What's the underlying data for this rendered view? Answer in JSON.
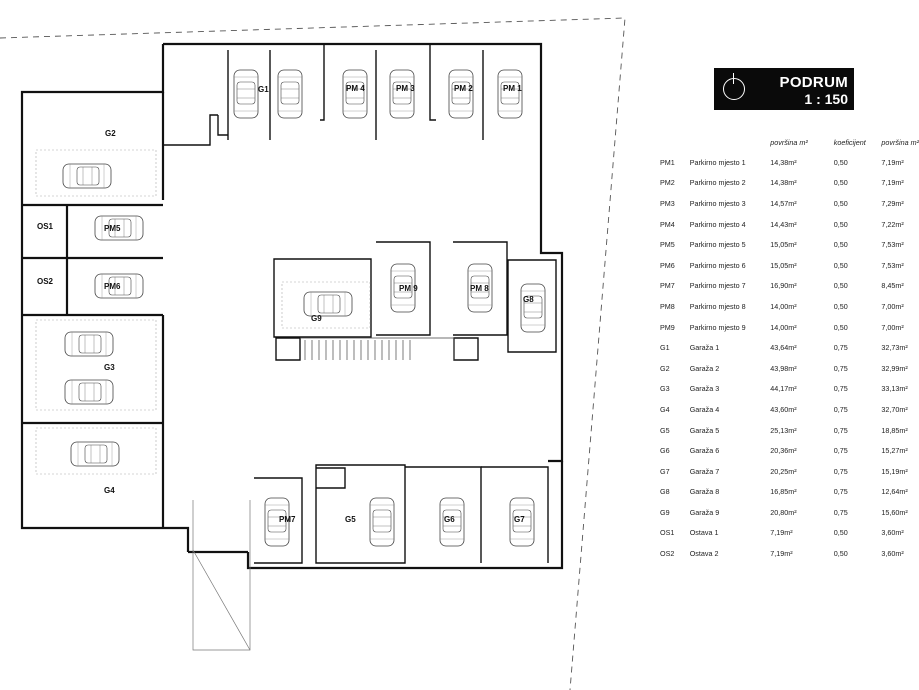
{
  "title": {
    "name": "PODRUM",
    "scale": "1 : 150"
  },
  "compass": {
    "icon": "north-arrow-icon"
  },
  "table": {
    "headers": [
      "",
      "",
      "površina m²",
      "koeficijent",
      "površina m²"
    ],
    "rows": [
      {
        "code": "PM1",
        "name": "Parkirno mjesto 1",
        "area": "14,38m²",
        "coef": "0,50",
        "net": "7,19m²"
      },
      {
        "code": "PM2",
        "name": "Parkirno mjesto 2",
        "area": "14,38m²",
        "coef": "0,50",
        "net": "7,19m²"
      },
      {
        "code": "PM3",
        "name": "Parkirno mjesto 3",
        "area": "14,57m²",
        "coef": "0,50",
        "net": "7,29m²"
      },
      {
        "code": "PM4",
        "name": "Parkirno mjesto 4",
        "area": "14,43m²",
        "coef": "0,50",
        "net": "7,22m²"
      },
      {
        "code": "PM5",
        "name": "Parkirno mjesto 5",
        "area": "15,05m²",
        "coef": "0,50",
        "net": "7,53m²"
      },
      {
        "code": "PM6",
        "name": "Parkirno mjesto 6",
        "area": "15,05m²",
        "coef": "0,50",
        "net": "7,53m²"
      },
      {
        "code": "PM7",
        "name": "Parkirno mjesto 7",
        "area": "16,90m²",
        "coef": "0,50",
        "net": "8,45m²"
      },
      {
        "code": "PM8",
        "name": "Parkirno mjesto 8",
        "area": "14,00m²",
        "coef": "0,50",
        "net": "7,00m²"
      },
      {
        "code": "PM9",
        "name": "Parkirno mjesto 9",
        "area": "14,00m²",
        "coef": "0,50",
        "net": "7,00m²"
      },
      {
        "code": "G1",
        "name": "Garaža 1",
        "area": "43,64m²",
        "coef": "0,75",
        "net": "32,73m²"
      },
      {
        "code": "G2",
        "name": "Garaža 2",
        "area": "43,98m²",
        "coef": "0,75",
        "net": "32,99m²"
      },
      {
        "code": "G3",
        "name": "Garaža 3",
        "area": "44,17m²",
        "coef": "0,75",
        "net": "33,13m²"
      },
      {
        "code": "G4",
        "name": "Garaža 4",
        "area": "43,60m²",
        "coef": "0,75",
        "net": "32,70m²"
      },
      {
        "code": "G5",
        "name": "Garaža 5",
        "area": "25,13m²",
        "coef": "0,75",
        "net": "18,85m²"
      },
      {
        "code": "G6",
        "name": "Garaža 6",
        "area": "20,36m²",
        "coef": "0,75",
        "net": "15,27m²"
      },
      {
        "code": "G7",
        "name": "Garaža 7",
        "area": "20,25m²",
        "coef": "0,75",
        "net": "15,19m²"
      },
      {
        "code": "G8",
        "name": "Garaža 8",
        "area": "16,85m²",
        "coef": "0,75",
        "net": "12,64m²"
      },
      {
        "code": "G9",
        "name": "Garaža 9",
        "area": "20,80m²",
        "coef": "0,75",
        "net": "15,60m²"
      },
      {
        "code": "OS1",
        "name": "Ostava 1",
        "area": "7,19m²",
        "coef": "0,50",
        "net": "3,60m²"
      },
      {
        "code": "OS2",
        "name": "Ostava 2",
        "area": "7,19m²",
        "coef": "0,50",
        "net": "3,60m²"
      }
    ]
  },
  "plan_labels": [
    "PM 1",
    "PM 2",
    "PM 3",
    "PM 4",
    "G1",
    "G2",
    "OS1",
    "OS2",
    "PM5",
    "PM6",
    "G3",
    "G4",
    "G9",
    "PM 9",
    "PM 8",
    "G8",
    "PM7",
    "G5",
    "G6",
    "G7"
  ]
}
